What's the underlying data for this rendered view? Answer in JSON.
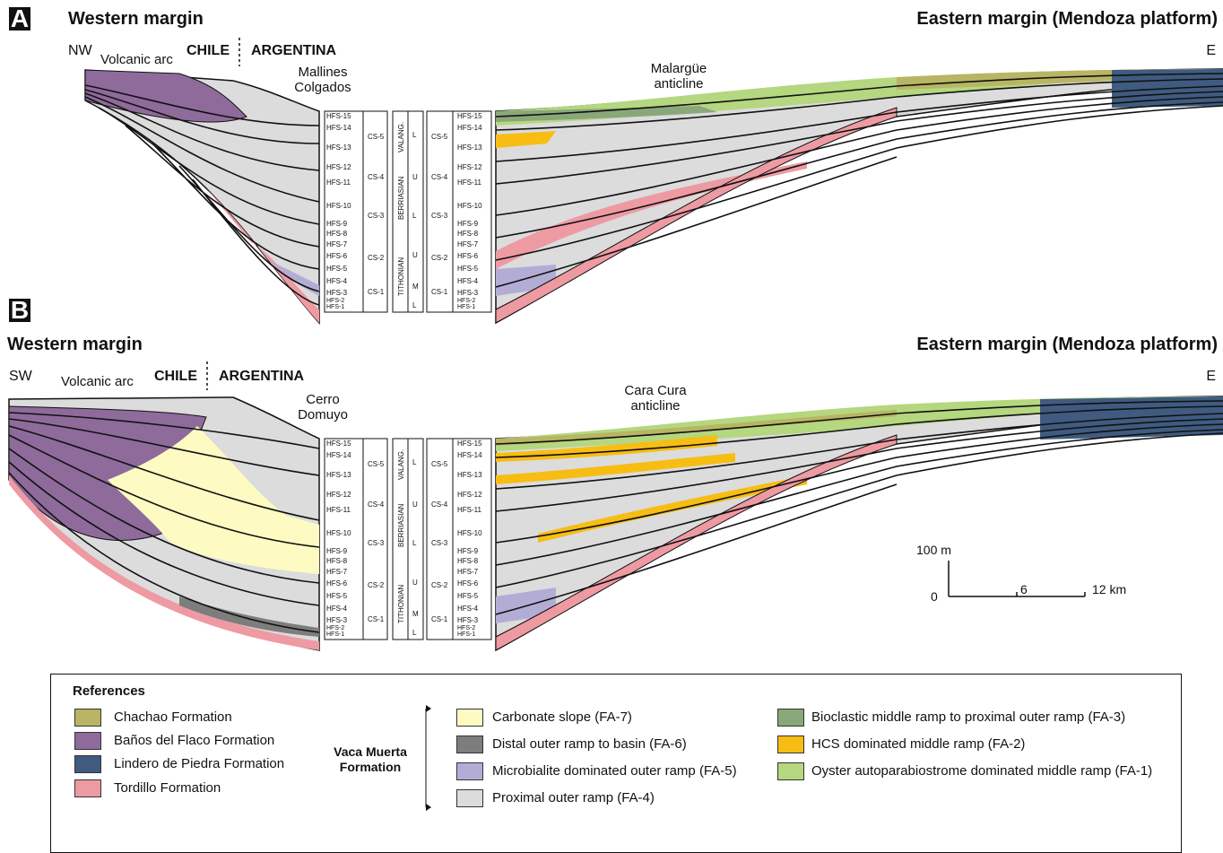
{
  "panel_a": {
    "letter": "A",
    "west_title": "Western margin",
    "east_title": "Eastern margin (Mendoza platform)",
    "west_dir": "NW",
    "east_dir": "E",
    "arc": "Volcanic arc",
    "country_w": "CHILE",
    "country_e": "ARGENTINA",
    "loc_w": [
      "Mallines",
      "Colgados"
    ],
    "loc_e": [
      "Malargüe",
      "anticline"
    ]
  },
  "panel_b": {
    "letter": "B",
    "west_title": "Western margin",
    "east_title": "Eastern margin (Mendoza platform)",
    "west_dir": "SW",
    "east_dir": "E",
    "arc": "Volcanic arc",
    "country_w": "CHILE",
    "country_e": "ARGENTINA",
    "loc_w": [
      "Cerro",
      "Domuyo"
    ],
    "loc_e": [
      "Cara Cura",
      "anticline"
    ]
  },
  "stratigraphy": {
    "hfs": [
      "HFS-15",
      "HFS-14",
      "HFS-13",
      "HFS-12",
      "HFS-11",
      "HFS-10",
      "HFS-9",
      "HFS-8",
      "HFS-7",
      "HFS-6",
      "HFS-5",
      "HFS-4",
      "HFS-3",
      "HFS-2",
      "HFS-1"
    ],
    "cs": [
      "CS-5",
      "CS-4",
      "CS-3",
      "CS-2",
      "CS-1"
    ],
    "stages": [
      "VALANG.",
      "BERRIASIAN",
      "TITHONIAN"
    ],
    "substages": [
      "L",
      "U",
      "L",
      "U",
      "M",
      "L"
    ]
  },
  "scale": {
    "vertical_top": "100 m",
    "vertical_bottom": "0",
    "tick_mid": "6",
    "tick_end": "12 km"
  },
  "legend": {
    "title": "References",
    "formations": [
      {
        "label": "Chachao Formation",
        "color": "#b8b564"
      },
      {
        "label": "Baños del Flaco Formation",
        "color": "#8e6b9b"
      },
      {
        "label": "Lindero de Piedra Formation",
        "color": "#3f5b80"
      },
      {
        "label": "Tordillo Formation",
        "color": "#ee9aa3"
      }
    ],
    "group_label": [
      "Vaca Muerta",
      "Formation"
    ],
    "facies_left": [
      {
        "label": "Carbonate slope (FA-7)",
        "color": "#fdfbc2"
      },
      {
        "label": "Distal outer ramp to basin (FA-6)",
        "color": "#7d7d7d"
      },
      {
        "label": "Microbialite dominated outer ramp (FA-5)",
        "color": "#b3add6"
      },
      {
        "label": "Proximal outer ramp (FA-4)",
        "color": "#dcdcdc"
      }
    ],
    "facies_right": [
      {
        "label": "Bioclastic middle ramp to proximal outer ramp (FA-3)",
        "color": "#8aa77a"
      },
      {
        "label": "HCS dominated middle ramp (FA-2)",
        "color": "#f7bd13"
      },
      {
        "label": "Oyster autoparabiostrome dominated middle ramp (FA-1)",
        "color": "#b4d77f"
      }
    ]
  }
}
